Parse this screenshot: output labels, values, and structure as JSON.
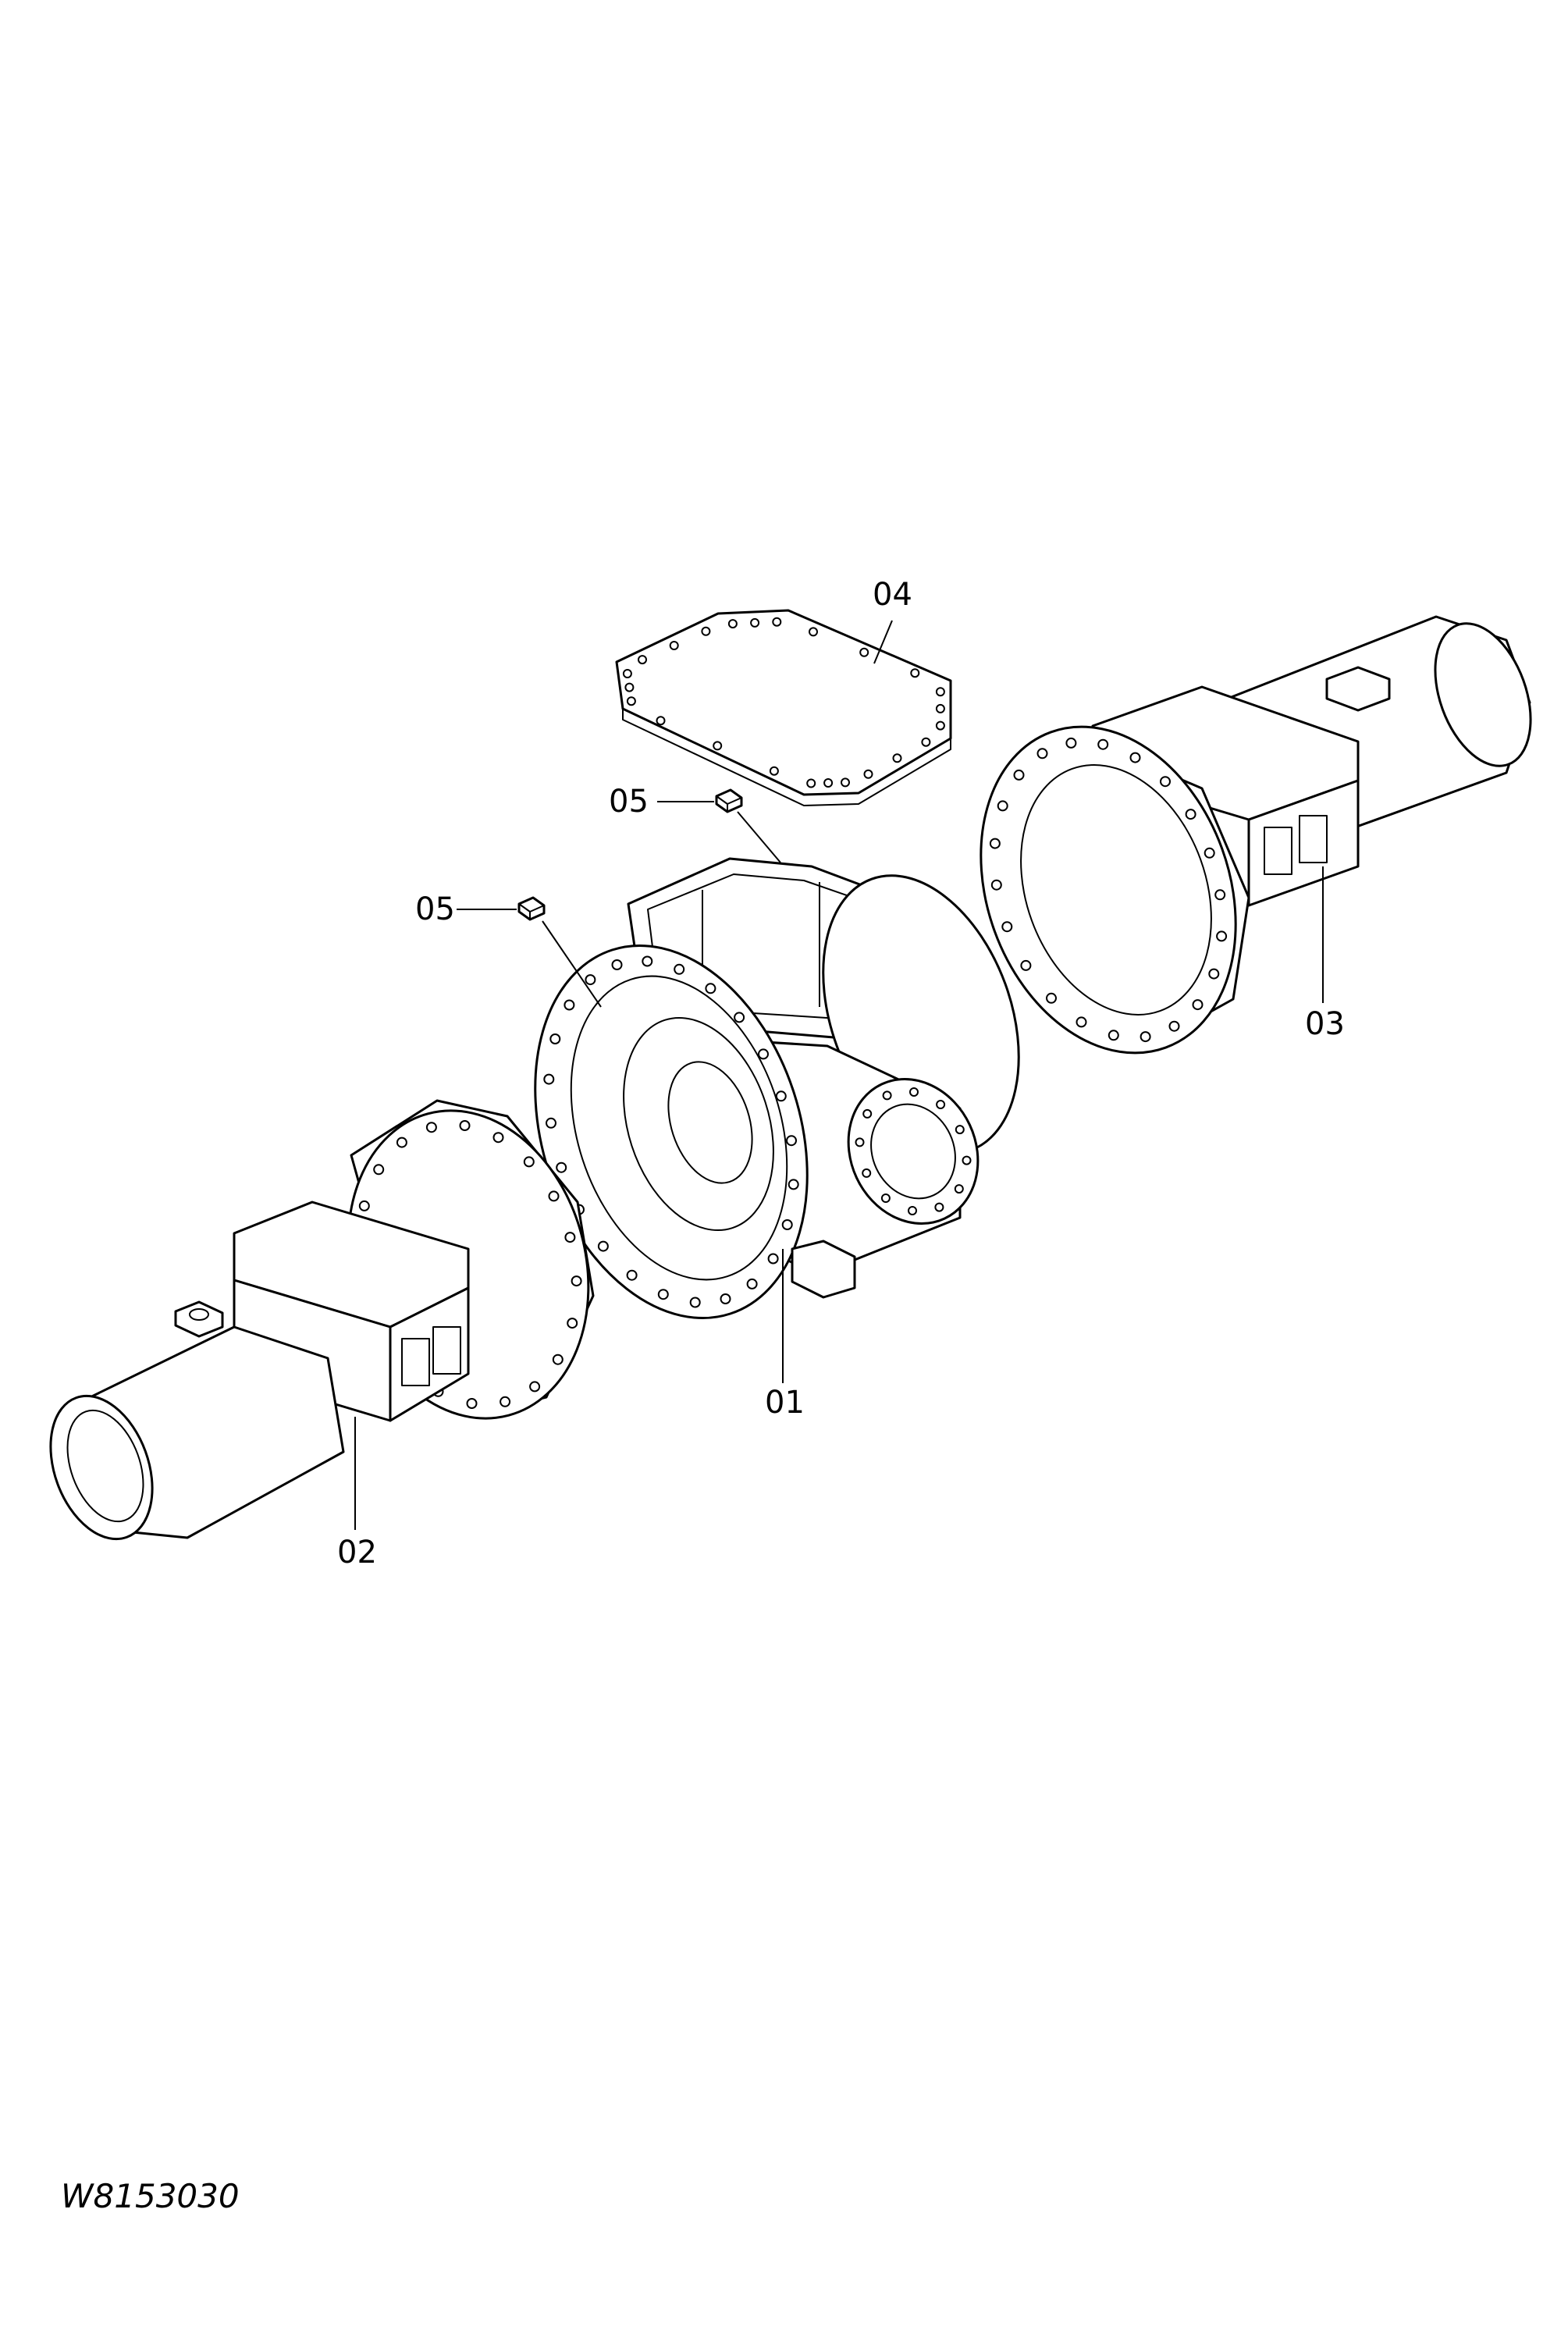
{
  "diagram": {
    "reference_code": "W8153030",
    "callouts": [
      {
        "id": "c01",
        "label": "01"
      },
      {
        "id": "c02",
        "label": "02"
      },
      {
        "id": "c03",
        "label": "03"
      },
      {
        "id": "c04",
        "label": "04"
      },
      {
        "id": "c05a",
        "label": "05"
      },
      {
        "id": "c05b",
        "label": "05"
      }
    ]
  }
}
